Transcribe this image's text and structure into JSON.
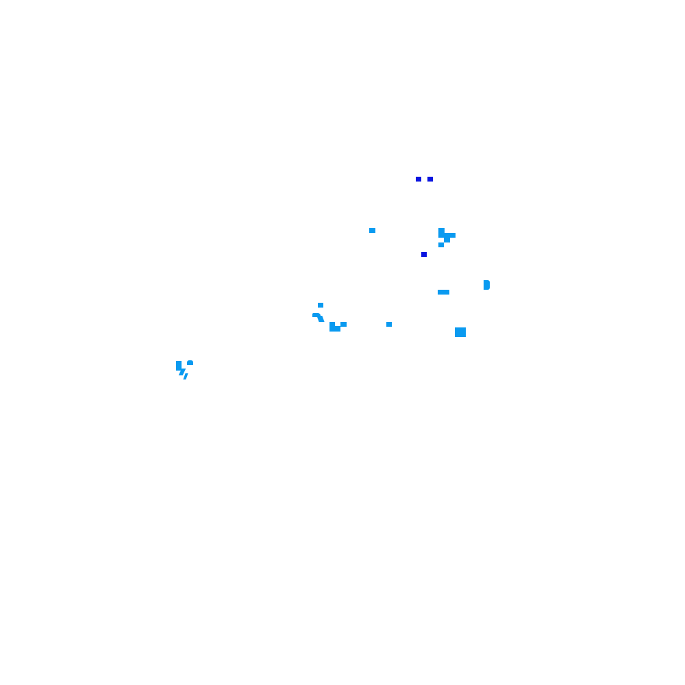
{
  "map": {
    "background_color": "#ffffff",
    "colors": {
      "dark_blue": "#0a14e0",
      "light_blue": "#0a9af0"
    },
    "features": [
      {
        "name": "feature-dark-1",
        "color": "dark_blue"
      },
      {
        "name": "feature-dark-2",
        "color": "dark_blue"
      },
      {
        "name": "feature-dark-3",
        "color": "dark_blue"
      },
      {
        "name": "feature-light-1",
        "color": "light_blue"
      },
      {
        "name": "feature-light-2",
        "color": "light_blue"
      },
      {
        "name": "feature-light-3",
        "color": "light_blue"
      },
      {
        "name": "feature-light-4",
        "color": "light_blue"
      },
      {
        "name": "feature-light-5",
        "color": "light_blue"
      },
      {
        "name": "feature-light-6",
        "color": "light_blue"
      },
      {
        "name": "feature-light-7",
        "color": "light_blue"
      },
      {
        "name": "feature-light-8",
        "color": "light_blue"
      },
      {
        "name": "feature-light-9",
        "color": "light_blue"
      },
      {
        "name": "feature-light-10",
        "color": "light_blue"
      },
      {
        "name": "feature-light-11",
        "color": "light_blue"
      },
      {
        "name": "feature-light-12",
        "color": "light_blue"
      }
    ]
  }
}
